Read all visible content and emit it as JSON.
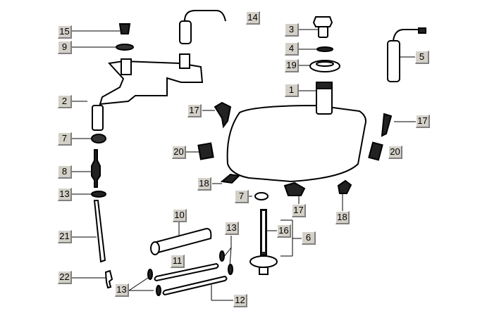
{
  "diagram": {
    "title": "Fuel tank exploded parts diagram",
    "callouts": [
      {
        "id": "c15",
        "text": "15"
      },
      {
        "id": "c9",
        "text": "9"
      },
      {
        "id": "c2",
        "text": "2"
      },
      {
        "id": "c7a",
        "text": "7"
      },
      {
        "id": "c8",
        "text": "8"
      },
      {
        "id": "c13a",
        "text": "13"
      },
      {
        "id": "c21",
        "text": "21"
      },
      {
        "id": "c22",
        "text": "22"
      },
      {
        "id": "c13b",
        "text": "13"
      },
      {
        "id": "c10",
        "text": "10"
      },
      {
        "id": "c11",
        "text": "11"
      },
      {
        "id": "c12",
        "text": "12"
      },
      {
        "id": "c13c",
        "text": "13"
      },
      {
        "id": "c14",
        "text": "14"
      },
      {
        "id": "c3",
        "text": "3"
      },
      {
        "id": "c4",
        "text": "4"
      },
      {
        "id": "c19",
        "text": "19"
      },
      {
        "id": "c1",
        "text": "1"
      },
      {
        "id": "c5",
        "text": "5"
      },
      {
        "id": "c17a",
        "text": "17"
      },
      {
        "id": "c17b",
        "text": "17"
      },
      {
        "id": "c20a",
        "text": "20"
      },
      {
        "id": "c20b",
        "text": "20"
      },
      {
        "id": "c18a",
        "text": "18"
      },
      {
        "id": "c7b",
        "text": "7"
      },
      {
        "id": "c17c",
        "text": "17"
      },
      {
        "id": "c18b",
        "text": "18"
      },
      {
        "id": "c16",
        "text": "16"
      },
      {
        "id": "c6",
        "text": "6"
      }
    ]
  }
}
